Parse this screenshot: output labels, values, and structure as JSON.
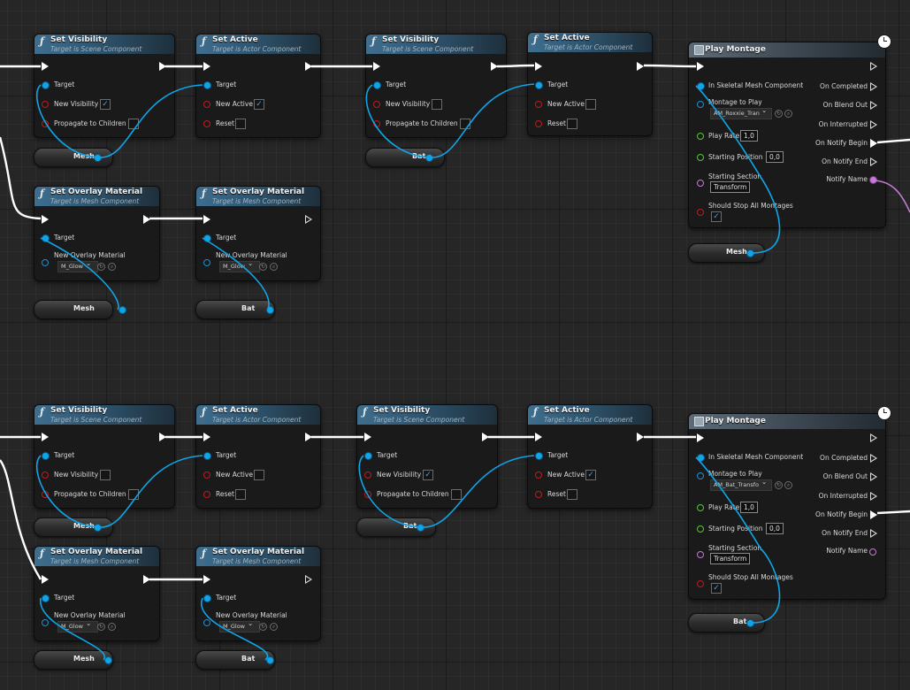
{
  "labels": {
    "set_visibility": "Set Visibility",
    "set_active": "Set Active",
    "set_overlay_material": "Set Overlay Material",
    "play_montage": "Play Montage",
    "target_scene": "Target is Scene Component",
    "target_actor": "Target is Actor Component",
    "target_mesh": "Target is Mesh Component",
    "target": "Target",
    "new_visibility": "New Visibility",
    "propagate": "Propagate to Children",
    "new_active": "New Active",
    "reset": "Reset",
    "new_overlay_material": "New Overlay Material",
    "in_skeletal": "In Skeletal Mesh Component",
    "montage_to_play": "Montage to Play",
    "play_rate": "Play Rate",
    "starting_position": "Starting Position",
    "starting_section": "Starting Section",
    "should_stop": "Should Stop All Montages",
    "on_completed": "On Completed",
    "on_blend_out": "On Blend Out",
    "on_interrupted": "On Interrupted",
    "on_notify_begin": "On Notify Begin",
    "on_notify_end": "On Notify End",
    "notify_name": "Notify Name",
    "check_mark": "✓",
    "dropdown_arrow": "⌄",
    "circle_arrow_icon": "↻",
    "search_icon": "⌕"
  },
  "variables": {
    "mesh": "Mesh",
    "bat": "Bat"
  },
  "values": {
    "m_glow": "M_Glow",
    "play_rate": "1,0",
    "starting_position": "0,0",
    "starting_section": "Transform",
    "montage_top": "AM_Roxxie_Tran",
    "montage_bottom": "AM_Bat_Transfo"
  },
  "checkboxes": {
    "top_sv1_new_visibility": true,
    "top_sv1_propagate": false,
    "top_sa1_new_active": true,
    "top_sa1_reset": false,
    "top_sv2_new_visibility": false,
    "top_sv2_propagate": false,
    "top_sa2_new_active": false,
    "top_sa2_reset": false,
    "top_pm_should_stop": true,
    "bot_sv1_new_visibility": false,
    "bot_sv1_propagate": false,
    "bot_sa1_new_active": false,
    "bot_sa1_reset": false,
    "bot_sv2_new_visibility": true,
    "bot_sv2_propagate": false,
    "bot_sa2_new_active": true,
    "bot_sa2_reset": false,
    "bot_pm_should_stop": true
  },
  "colors": {
    "exec_wire": "#ffffff",
    "object_wire": "#0fa5e8",
    "name_wire": "#c57ad4",
    "bool_pin": "#c21a1a",
    "float_pin": "#55c838",
    "header_function": "#3f6e8f",
    "header_montage": "#5e6b76"
  }
}
